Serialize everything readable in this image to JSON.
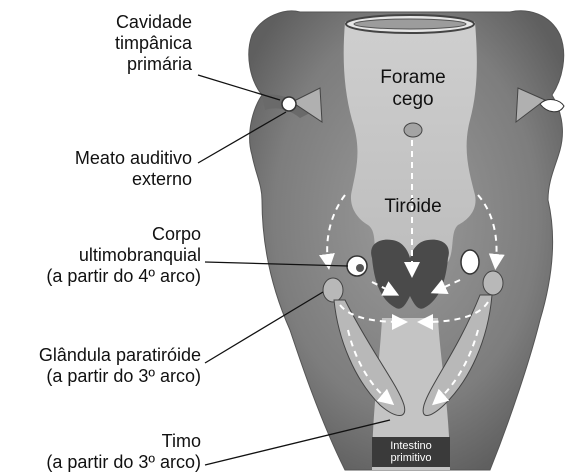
{
  "labels": {
    "cavidade": [
      "Cavidade",
      "timpânica",
      "primária"
    ],
    "meato": [
      "Meato auditivo",
      "externo"
    ],
    "corpo": [
      "Corpo",
      "ultimobranquial",
      "(a partir do 4º arco)"
    ],
    "glandula": [
      "Glândula paratiróide",
      "(a partir do 3º arco)"
    ],
    "timo": [
      "Timo",
      "(a partir do 3º arco)"
    ]
  },
  "inner_labels": {
    "forame": [
      "Forame",
      "cego"
    ],
    "tiroide": "Tiróide",
    "intestino": [
      "Intestino",
      "primitivo"
    ]
  },
  "colors": {
    "tissue_outer": "#8a8a8a",
    "tissue_inner": "#6e6e6e",
    "lumen": "#c9c9c9",
    "structure_dark": "#4a4a4a",
    "structure_light": "#b5b5b5",
    "arrow": "#ffffff"
  }
}
